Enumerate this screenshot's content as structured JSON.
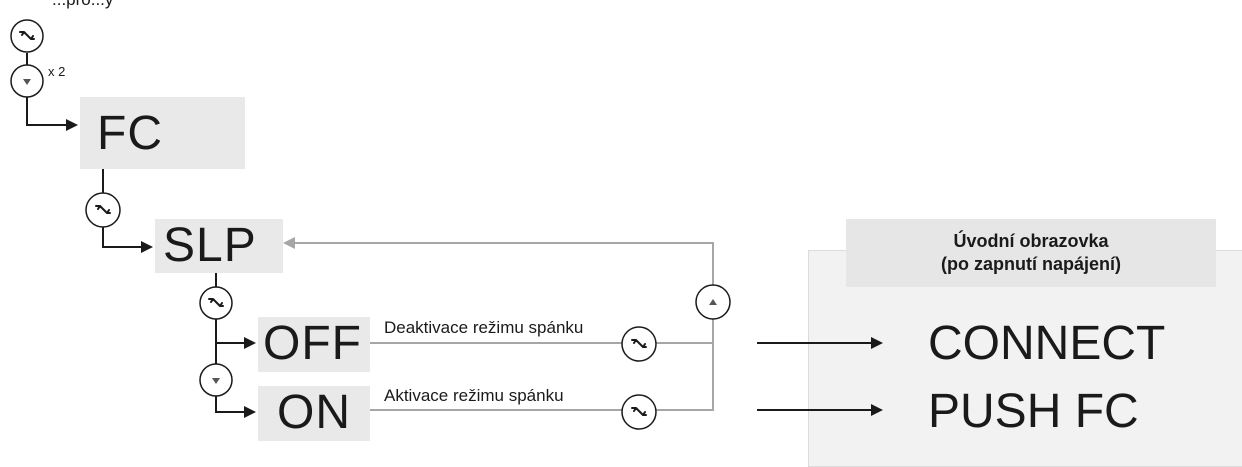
{
  "header_partial": "...pro...y",
  "counter": "x 2",
  "menu": {
    "fc": "FC",
    "slp": "SLP",
    "off": "OFF",
    "on": "ON"
  },
  "options": {
    "off_desc": "Deaktivace režimu spánku",
    "on_desc": "Aktivace režimu spánku"
  },
  "panel": {
    "title_line1": "Úvodní obrazovka",
    "title_line2": "(po zapnutí napájení)",
    "result_off": "CONNECT",
    "result_on": "PUSH FC"
  },
  "icons": {
    "wrench": "wrench-icon",
    "down": "arrow-down-icon",
    "up": "arrow-up-icon"
  },
  "colors": {
    "line_dark": "#1a1a1a",
    "line_gray": "#a6a6a6",
    "box_fill": "#e9e9e9",
    "panel_fill": "#f2f2f2"
  }
}
